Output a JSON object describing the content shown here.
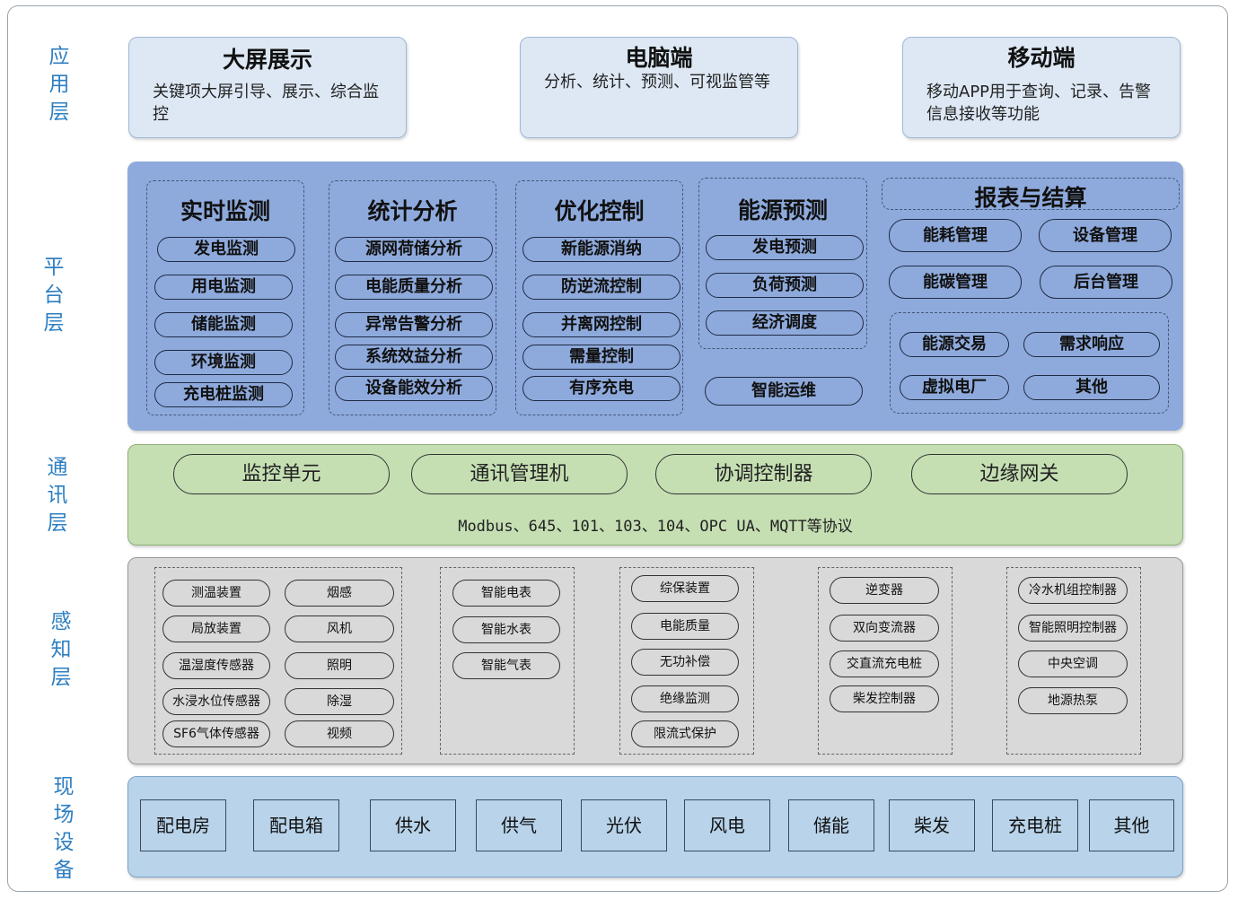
{
  "layers": {
    "app": [
      "应",
      "用",
      "层"
    ],
    "platform": [
      "平",
      "台",
      "层"
    ],
    "comm": [
      "通",
      "讯",
      "层"
    ],
    "sense": [
      "感",
      "知",
      "层"
    ],
    "field": [
      "现",
      "场",
      "设",
      "备"
    ]
  },
  "app": [
    {
      "title": "大屏展示",
      "desc": "关键项大屏引导、展示、综合监控"
    },
    {
      "title": "电脑端",
      "desc": "分析、统计、预测、可视监管等"
    },
    {
      "title": "移动端",
      "desc": "移动APP用于查询、记录、告警信息接收等功能"
    }
  ],
  "platform": {
    "groups": [
      {
        "title": "实时监测",
        "items": [
          "发电监测",
          "用电监测",
          "储能监测",
          "环境监测",
          "充电桩监测"
        ]
      },
      {
        "title": "统计分析",
        "items": [
          "源网荷储分析",
          "电能质量分析",
          "异常告警分析",
          "系统效益分析",
          "设备能效分析"
        ]
      },
      {
        "title": "优化控制",
        "items": [
          "新能源消纳",
          "防逆流控制",
          "并离网控制",
          "需量控制",
          "有序充电"
        ]
      },
      {
        "title": "能源预测",
        "items": [
          "发电预测",
          "负荷预测",
          "经济调度"
        ]
      }
    ],
    "smart_ops": "智能运维",
    "report": {
      "title": "报表与结算",
      "items": [
        "能耗管理",
        "设备管理",
        "能碳管理",
        "后台管理"
      ],
      "sub_items": [
        "能源交易",
        "需求响应",
        "虚拟电厂",
        "其他"
      ]
    }
  },
  "comm": {
    "items": [
      "监控单元",
      "通讯管理机",
      "协调控制器",
      "边缘网关"
    ],
    "protocols": "Modbus、645、101、103、104、OPC UA、MQTT等协议"
  },
  "sense": {
    "groups": [
      {
        "items": [
          "测温装置",
          "烟感",
          "局放装置",
          "风机",
          "温湿度传感器",
          "照明",
          "水浸水位传感器",
          "除湿",
          "SF6气体传感器",
          "视频"
        ]
      },
      {
        "items": [
          "智能电表",
          "智能水表",
          "智能气表"
        ]
      },
      {
        "items": [
          "综保装置",
          "电能质量",
          "无功补偿",
          "绝缘监测",
          "限流式保护"
        ]
      },
      {
        "items": [
          "逆变器",
          "双向变流器",
          "交直流充电桩",
          "柴发控制器"
        ]
      },
      {
        "items": [
          "冷水机组控制器",
          "智能照明控制器",
          "中央空调",
          "地源热泵"
        ]
      }
    ]
  },
  "field": {
    "items": [
      "配电房",
      "配电箱",
      "供水",
      "供气",
      "光伏",
      "风电",
      "储能",
      "柴发",
      "充电桩",
      "其他"
    ]
  }
}
